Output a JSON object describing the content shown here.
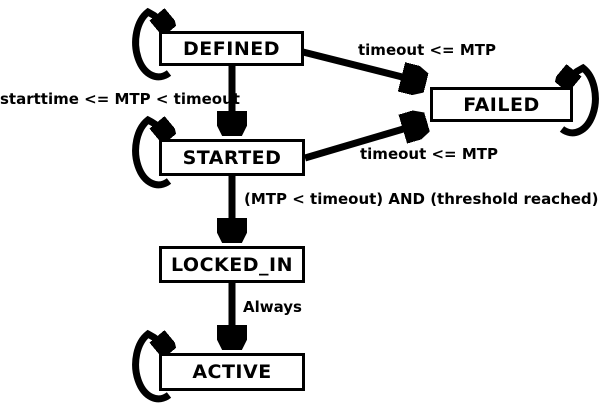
{
  "diagram": {
    "type": "state-machine",
    "background": "#ffffff",
    "colors": {
      "line": "#000000",
      "state_fill": "#ffffff",
      "text": "#000000"
    },
    "states": [
      {
        "label": "DEFINED"
      },
      {
        "label": "STARTED"
      },
      {
        "label": "FAILED"
      },
      {
        "label": "LOCKED_IN"
      },
      {
        "label": "ACTIVE"
      }
    ],
    "transitions": [
      {
        "from": "DEFINED",
        "to": "STARTED",
        "label": "starttime <= MTP < timeout"
      },
      {
        "from": "DEFINED",
        "to": "FAILED",
        "label": "timeout <= MTP"
      },
      {
        "from": "STARTED",
        "to": "FAILED",
        "label": "timeout <= MTP"
      },
      {
        "from": "STARTED",
        "to": "LOCKED_IN",
        "label": "(MTP < timeout) AND (threshold reached)"
      },
      {
        "from": "LOCKED_IN",
        "to": "ACTIVE",
        "label": "Always"
      },
      {
        "from": "DEFINED",
        "to": "DEFINED",
        "label": ""
      },
      {
        "from": "STARTED",
        "to": "STARTED",
        "label": ""
      },
      {
        "from": "FAILED",
        "to": "FAILED",
        "label": ""
      },
      {
        "from": "ACTIVE",
        "to": "ACTIVE",
        "label": ""
      }
    ]
  }
}
